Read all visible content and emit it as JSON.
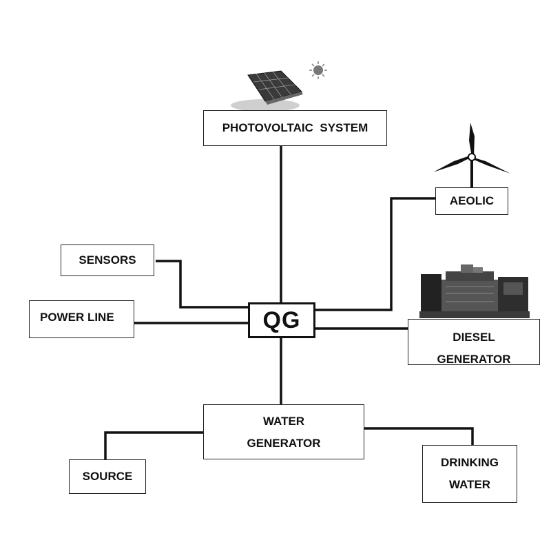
{
  "diagram": {
    "hub": "QG",
    "nodes": {
      "photovoltaic": "PHOTOVOLTAIC  SYSTEM",
      "aeolic": "AEOLIC",
      "sensors": "SENSORS",
      "power_line": "POWER LINE",
      "diesel_line1": "DIESEL",
      "diesel_line2": "GENERATOR",
      "water_line1": "WATER",
      "water_line2": "GENERATOR",
      "source": "SOURCE",
      "drinking_line1": "DRINKING",
      "drinking_line2": "WATER"
    },
    "icons": [
      "solar-panel-icon",
      "sun-icon",
      "wind-turbine-icon",
      "diesel-generator-icon"
    ],
    "colors": {
      "line": "#111111",
      "border": "#222222",
      "background": "#ffffff"
    }
  }
}
